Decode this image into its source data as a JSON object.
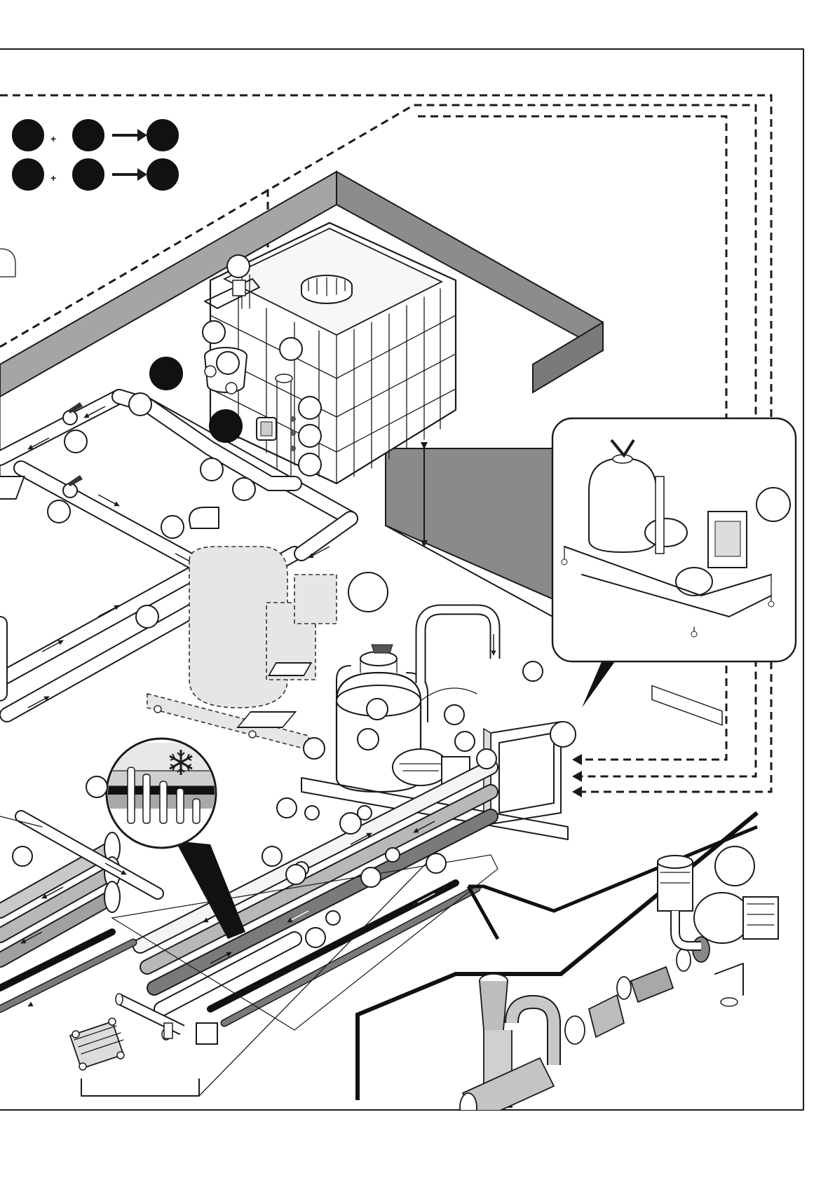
{
  "diagram": {
    "style": "isometric monochrome installation drawing",
    "colors": {
      "ink": "#1a1a1a",
      "pit": "#9a9a9a",
      "pipe_light": "#f4f4f4",
      "pipe_mid": "#b8b8b8",
      "pipe_dark": "#7a7a7a",
      "pipe_black": "#111111",
      "ghost": "#e6e6e6"
    },
    "legend_rows": [
      {
        "inputs": [
          "filled-circle",
          "filled-circle"
        ],
        "operator": "+",
        "result": "filled-circle"
      },
      {
        "inputs": [
          "filled-circle",
          "filled-circle"
        ],
        "operator": "+",
        "result": "filled-circle"
      }
    ],
    "icons": {
      "frost": "snowflake-icon",
      "flow": "arrow-icon",
      "legend_arrow": "arrow-right-icon"
    }
  }
}
